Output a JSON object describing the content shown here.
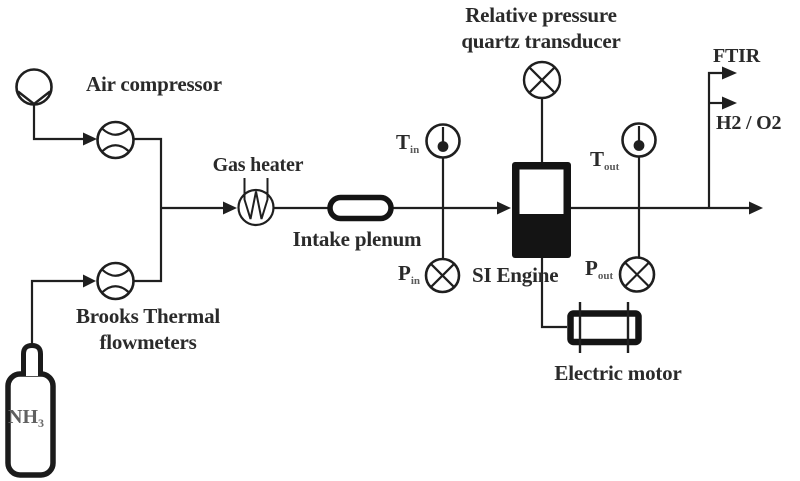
{
  "figure_type": "process-flow-diagram",
  "labels": {
    "air_compressor": "Air compressor",
    "gas_heater": "Gas heater",
    "flowmeters_line1": "Brooks Thermal",
    "flowmeters_line2": "flowmeters",
    "intake_plenum": "Intake plenum",
    "transducer_line1": "Relative pressure",
    "transducer_line2": "quartz transducer",
    "si_engine": "SI Engine",
    "electric_motor": "Electric motor",
    "ftir": "FTIR",
    "h2_o2": "H2 / O2",
    "nh3": {
      "main": "NH",
      "sub": "3"
    },
    "t_in": {
      "main": "T",
      "sub": "in"
    },
    "p_in": {
      "main": "P",
      "sub": "in"
    },
    "t_out": {
      "main": "T",
      "sub": "out"
    },
    "p_out": {
      "main": "P",
      "sub": "out"
    }
  },
  "icons": {
    "air_compressor": "compressor-pump-icon (circle with V vane)",
    "flowmeter": "flowmeter-icon (circle with top/bottom arcs)",
    "gas_heater": "heater-icon (circle with zigzag element and leads)",
    "intake_plenum": "capsule-vessel-icon",
    "temperature_gauge": "thermometer-dial-icon (circle with needle)",
    "pressure_sensor": "crossed-circle-icon",
    "si_engine": "engine-block-icon (rect, black crankcase)",
    "electric_motor": "motor-icon (rect with shaft lines)",
    "nh3_bottle": "gas-cylinder-icon"
  },
  "colors": {
    "background": "#ffffff",
    "line": "#1f1f1f",
    "symbol_fill": "#ffffff",
    "block_fill": "#141414",
    "text": "#2a2a2a",
    "subscript": "#5a5a5a",
    "nh3_text": "#606060"
  }
}
